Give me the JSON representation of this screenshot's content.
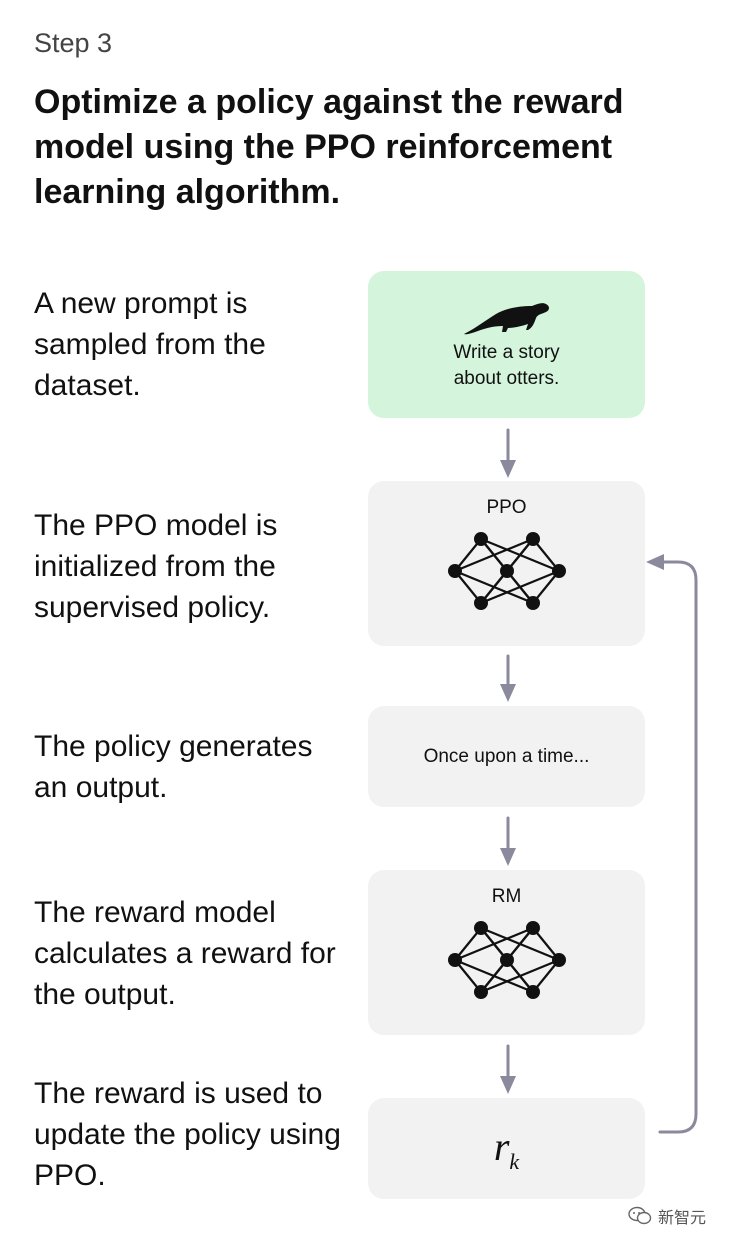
{
  "header": {
    "step": "Step 3",
    "title": "Optimize a policy against the reward model using the PPO reinforcement learning algorithm."
  },
  "steps": [
    {
      "description": "A new prompt is sampled from the dataset.",
      "box_text": "Write a story about otters.",
      "icon": "otter-icon"
    },
    {
      "description": "The PPO model is initialized from the supervised policy.",
      "box_title": "PPO",
      "icon": "neural-network-icon"
    },
    {
      "description": "The policy generates an output.",
      "box_text": "Once upon a time..."
    },
    {
      "description": "The reward model calculates a reward for the output.",
      "box_title": "RM",
      "icon": "neural-network-icon"
    },
    {
      "description": "The reward is used to update the policy using PPO.",
      "reward_symbol": "r",
      "reward_subscript": "k"
    }
  ],
  "watermark": {
    "text": "新智元",
    "icon": "wechat-icon"
  },
  "colors": {
    "prompt_box": "#d4f5dc",
    "box": "#f2f2f2",
    "arrow": "#8a8a9c"
  }
}
